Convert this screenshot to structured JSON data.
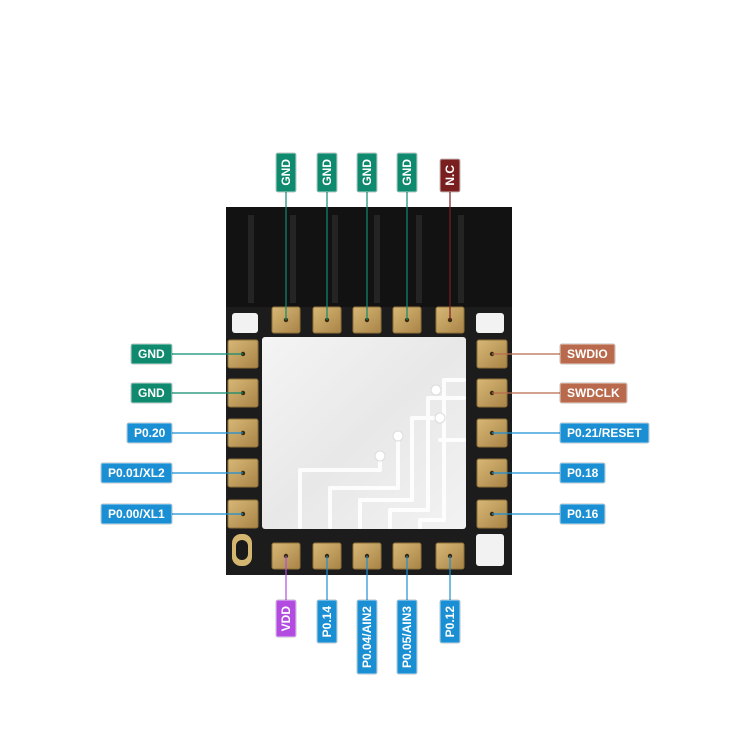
{
  "colors": {
    "gnd": "#0f8a6e",
    "nc": "#7a1f1f",
    "gpio": "#1b8fd3",
    "swd": "#b96a4c",
    "vdd": "#b24ce0",
    "pad": "#c2a15e",
    "pcb": "#1c1c1c",
    "shield": "#eeeeee"
  },
  "pins": {
    "top": [
      {
        "label": "GND",
        "kind": "gnd"
      },
      {
        "label": "GND",
        "kind": "gnd"
      },
      {
        "label": "GND",
        "kind": "gnd"
      },
      {
        "label": "GND",
        "kind": "gnd"
      },
      {
        "label": "N.C",
        "kind": "nc"
      }
    ],
    "left": [
      {
        "label": "GND",
        "kind": "gnd"
      },
      {
        "label": "GND",
        "kind": "gnd"
      },
      {
        "label": "P0.20",
        "kind": "gpio"
      },
      {
        "label": "P0.01/XL2",
        "kind": "gpio"
      },
      {
        "label": "P0.00/XL1",
        "kind": "gpio"
      }
    ],
    "right": [
      {
        "label": "SWDIO",
        "kind": "swd"
      },
      {
        "label": "SWDCLK",
        "kind": "swd"
      },
      {
        "label": "P0.21/RESET",
        "kind": "gpio"
      },
      {
        "label": "P0.18",
        "kind": "gpio"
      },
      {
        "label": "P0.16",
        "kind": "gpio"
      }
    ],
    "bottom": [
      {
        "label": "VDD",
        "kind": "vdd"
      },
      {
        "label": "P0.14",
        "kind": "gpio"
      },
      {
        "label": "P0.04/AIN2",
        "kind": "gpio"
      },
      {
        "label": "P0.05/AIN3",
        "kind": "gpio"
      },
      {
        "label": "P0.12",
        "kind": "gpio"
      }
    ]
  }
}
